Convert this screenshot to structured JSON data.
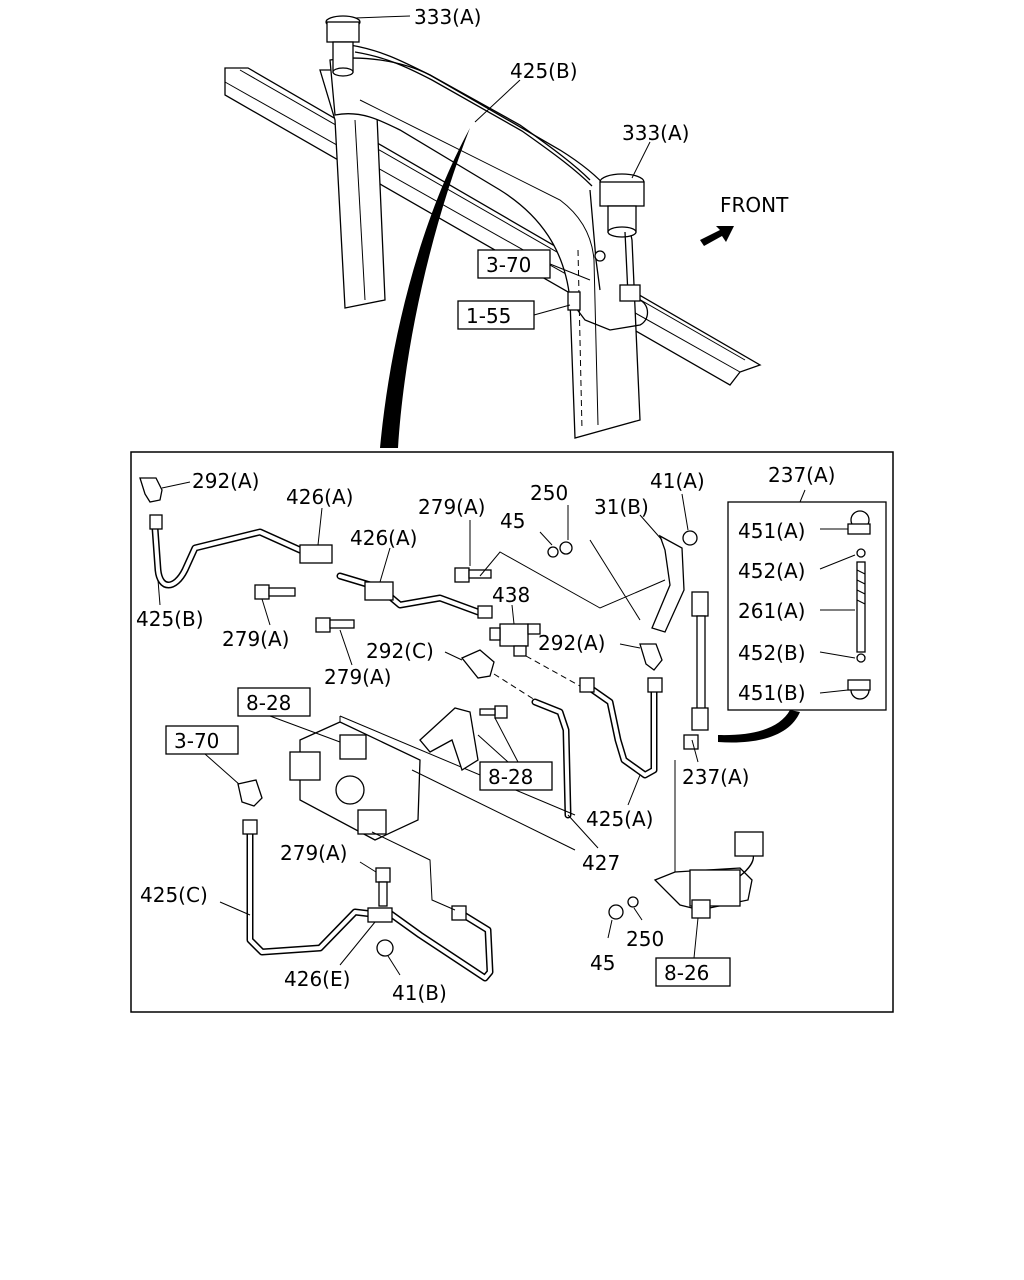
{
  "labels": {
    "p333a_top": "333(A)",
    "p425b_top": "425(B)",
    "p333a_right": "333(A)",
    "front": "FRONT",
    "ref370_top": "3-70",
    "ref155": "1-55",
    "p292a_left": "292(A)",
    "p426a_1": "426(A)",
    "p426a_2": "426(A)",
    "p279a_1": "279(A)",
    "p250_top": "250",
    "p45_top": "45",
    "p31b": "31(B)",
    "p41a": "41(A)",
    "p237a_top": "237(A)",
    "p438": "438",
    "p292c": "292(C)",
    "p292a_mid": "292(A)",
    "p425b_left": "425(B)",
    "p279a_2": "279(A)",
    "p279a_3": "279(A)",
    "ref828_a": "8-28",
    "ref370_mid": "3-70",
    "ref828_b": "8-28",
    "p425a": "425(A)",
    "p237a_mid": "237(A)",
    "p427": "427",
    "p279a_4": "279(A)",
    "p425c": "425(C)",
    "p426e": "426(E)",
    "p41b": "41(B)",
    "p45_bottom": "45",
    "p250_bottom": "250",
    "ref826": "8-26",
    "k451a": "451(A)",
    "k452a": "452(A)",
    "k261a": "261(A)",
    "k452b": "452(B)",
    "k451b": "451(B)"
  }
}
